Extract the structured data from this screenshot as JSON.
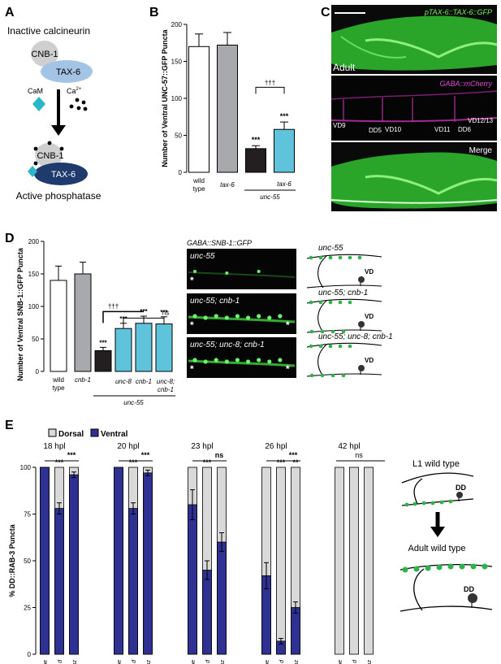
{
  "panels": {
    "A": "A",
    "B": "B",
    "C": "C",
    "D": "D",
    "E": "E"
  },
  "panel_a": {
    "title_inactive": "Inactive calcineurin",
    "cnb1": "CNB-1",
    "tax6": "TAX-6",
    "cam": "CaM",
    "ca": "Ca",
    "ca_sup": "2+",
    "cnb1_active": "CNB-1",
    "tax6_active": "TAX-6",
    "title_active": "Active phosphatase"
  },
  "panel_c": {
    "label_tax6": "pTAX-6::TAX-6::GFP",
    "label_adult": "Adult",
    "label_gaba": "GABA::mCherry",
    "label_merge": "Merge",
    "neurons": [
      "VD9",
      "DD5",
      "VD10",
      "VD11",
      "DD6",
      "VD12/13"
    ]
  },
  "panel_d_images": {
    "title": "GABA::SNB-1::GFP",
    "rows": [
      {
        "img_label": "unc-55",
        "schem_label": "unc-55",
        "vd": "VD"
      },
      {
        "img_label": "unc-55; cnb-1",
        "schem_label": "unc-55; cnb-1",
        "vd": "VD"
      },
      {
        "img_label": "unc-55; unc-8; cnb-1",
        "schem_label": "unc-55; unc-8; cnb-1",
        "vd": "VD"
      }
    ],
    "asterisk": "*"
  },
  "panel_e_schematic": {
    "l1": "L1 wild type",
    "adult": "Adult wild type",
    "dd": "DD"
  },
  "chart_data": [
    {
      "id": "B",
      "type": "bar",
      "ylabel": "Number of Ventral UNC-57::GFP Puncta",
      "ylim": [
        0,
        200
      ],
      "yticks": [
        0,
        50,
        100,
        150,
        200
      ],
      "categories": [
        "wild type",
        "tax-6",
        "unc-55",
        "tax-6"
      ],
      "group_label": "unc-55",
      "values": [
        170,
        172,
        32,
        58
      ],
      "errors": [
        17,
        17,
        4,
        10
      ],
      "colors": [
        "#ffffff",
        "#a7a9ac",
        "#231f20",
        "#5fc3dc"
      ],
      "significance": [
        "",
        "",
        "***",
        "***"
      ],
      "comparison": {
        "from": 2,
        "to": 3,
        "label": "†††"
      }
    },
    {
      "id": "D",
      "type": "bar",
      "ylabel": "Number of Ventral SNB-1::GFP Puncta",
      "ylim": [
        0,
        200
      ],
      "yticks": [
        0,
        50,
        100,
        150,
        200
      ],
      "categories": [
        "wild type",
        "cnb-1",
        "",
        "unc-8",
        "cnb-1",
        "unc-8; cnb-1"
      ],
      "group_label": "unc-55",
      "values": [
        140,
        150,
        32,
        66,
        74,
        73
      ],
      "errors": [
        22,
        18,
        5,
        8,
        11,
        11
      ],
      "colors": [
        "#ffffff",
        "#a7a9ac",
        "#231f20",
        "#5fc3dc",
        "#5fc3dc",
        "#5fc3dc"
      ],
      "significance": [
        "",
        "",
        "***",
        "***",
        "***",
        "***"
      ],
      "comparisons": [
        {
          "label": "†††"
        },
        {
          "label": "ns"
        }
      ]
    },
    {
      "id": "E",
      "type": "bar",
      "stacked": true,
      "ylabel": "% DD::RAB-3 Puncta",
      "ylim": [
        0,
        100
      ],
      "yticks": [
        0,
        25,
        50,
        75,
        100
      ],
      "legend": [
        {
          "name": "Dorsal",
          "color": "#d9d9d9"
        },
        {
          "name": "Ventral",
          "color": "#2e3192"
        }
      ],
      "groups": [
        {
          "time": "18 hpl",
          "categories": [
            "wild type",
            "tax-6 d",
            "tax-6 d Benz"
          ],
          "ventral": [
            100,
            78,
            96
          ],
          "errors": [
            0,
            3,
            1.5
          ],
          "sig": [
            "",
            "***",
            ""
          ],
          "top": [
            {
              "label": "***"
            },
            {
              "label": "***"
            }
          ]
        },
        {
          "time": "20 hpl",
          "categories": [
            "wild type",
            "tax-6 d",
            "tax-6 d Benz"
          ],
          "ventral": [
            100,
            78,
            97
          ],
          "errors": [
            0,
            3,
            1.5
          ],
          "sig": [
            "",
            "***",
            ""
          ],
          "top": [
            {
              "label": "***"
            },
            {
              "label": "***"
            }
          ]
        },
        {
          "time": "23 hpl",
          "categories": [
            "wild type",
            "tax-6 d",
            "tax-6 d Benz"
          ],
          "ventral": [
            80,
            45,
            60
          ],
          "errors": [
            8,
            5,
            5
          ],
          "sig": [
            "",
            "***",
            ""
          ],
          "top": [
            {
              "label": "***"
            },
            {
              "label": "ns"
            }
          ]
        },
        {
          "time": "26 hpl",
          "categories": [
            "wild type",
            "tax-6 d",
            "tax-6 d Benz"
          ],
          "ventral": [
            42,
            7,
            25
          ],
          "errors": [
            7,
            1.5,
            3
          ],
          "sig": [
            "",
            "***",
            "**"
          ],
          "top": [
            {
              "label": "***"
            },
            {
              "label": "***"
            }
          ]
        },
        {
          "time": "42 hpl",
          "categories": [
            "wild type",
            "tax-6 d",
            "tax-6 d Benz"
          ],
          "ventral": [
            0,
            0,
            0
          ],
          "errors": [
            0,
            0,
            0
          ],
          "sig": [
            "",
            "",
            ""
          ],
          "top": [
            {
              "label": "ns"
            }
          ]
        }
      ]
    }
  ]
}
